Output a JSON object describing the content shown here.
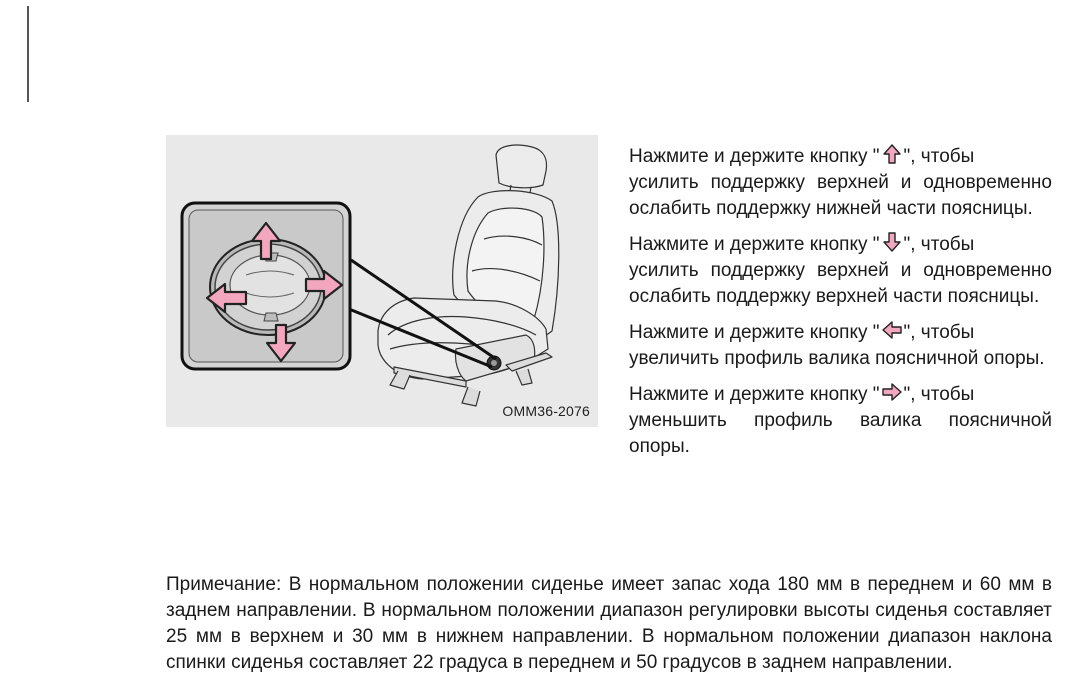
{
  "figure": {
    "code": "OMM36-2076",
    "icons": [
      "seat-icon",
      "lumbar-switch-icon",
      "arrow-up-icon",
      "arrow-down-icon",
      "arrow-left-icon",
      "arrow-right-icon"
    ],
    "arrow_color": "#f2a7bf"
  },
  "instructions": [
    {
      "icon": "arrow-up-icon",
      "prefix": "Нажмите и держите кнопку \"",
      "suffix": "\", чтобы",
      "rest": "усилить поддержку верхней и одновременно ослабить поддержку нижней части поясницы."
    },
    {
      "icon": "arrow-down-icon",
      "prefix": "Нажмите и держите кнопку \"",
      "suffix": "\", чтобы",
      "rest": "усилить поддержку верхней и одновременно ослабить поддержку верхней части поясницы."
    },
    {
      "icon": "arrow-left-icon",
      "prefix": "Нажмите и держите кнопку \"",
      "suffix": "\", чтобы",
      "rest": "увеличить профиль валика поясничной опоры."
    },
    {
      "icon": "arrow-right-icon",
      "prefix": "Нажмите и держите кнопку \"",
      "suffix": "\", чтобы",
      "rest": "уменьшить профиль валика поясничной опоры."
    }
  ],
  "note": "Примечание: В нормальном положении сиденье имеет запас хода 180 мм в переднем и 60 мм в заднем направлении. В нормальном положении диапазон регулировки высоты сиденья составляет 25 мм в верхнем и 30 мм в нижнем направлении. В нормальном положении диапазон наклона спинки сиденья составляет 22 градуса в переднем и 50 градусов в заднем направлении."
}
